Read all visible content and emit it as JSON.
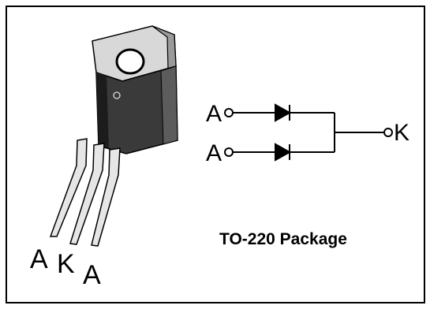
{
  "package": {
    "pin_labels": [
      "A",
      "K",
      "A"
    ],
    "caption": "TO-220 Package"
  },
  "schematic": {
    "anode_top_label": "A",
    "anode_bottom_label": "A",
    "cathode_label": "K"
  },
  "colors": {
    "line": "#000000",
    "tab_light": "#d8d8d8",
    "tab_dark": "#8c8c8c",
    "body_dark": "#2e2e2e",
    "lead_light": "#e6e6e6"
  }
}
